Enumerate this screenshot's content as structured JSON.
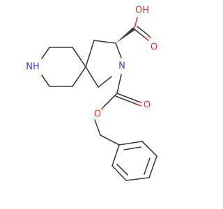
{
  "molecule": {
    "atom_labels": {
      "carboxyl_oh": "OH",
      "carboxyl_o": "O",
      "ring_n": "N",
      "piperidine_nh": "NH",
      "carbamate_o_double": "O",
      "carbamate_o_ester": "O"
    },
    "colors": {
      "carbon_bond": "#3d3d3d",
      "oxygen": "#e8332a",
      "nitrogen": "#3a3aeb"
    }
  }
}
